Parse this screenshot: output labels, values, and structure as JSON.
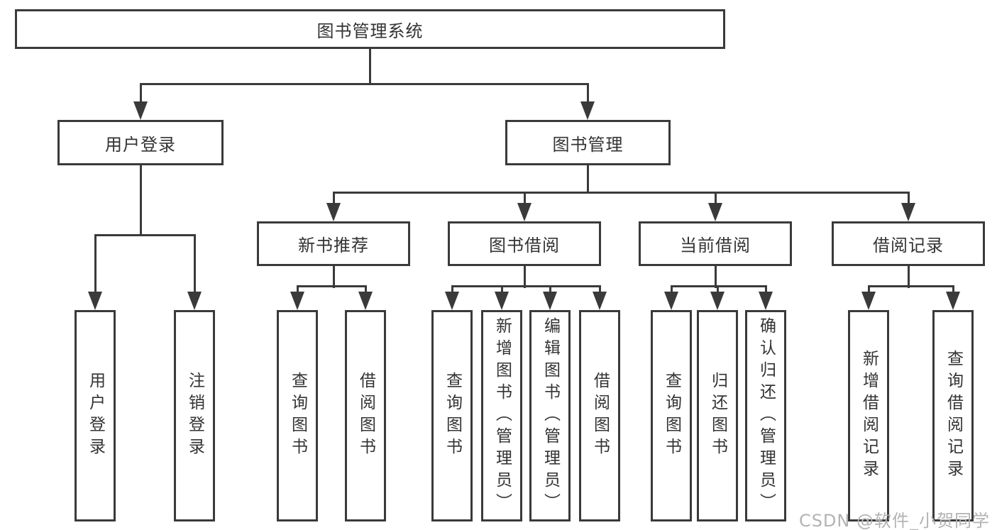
{
  "nodes": {
    "root": "图书管理系统",
    "user_login": "用户登录",
    "book_mgmt": "图书管理",
    "new_book_rec": "新书推荐",
    "book_borrow": "图书借阅",
    "current_borrow": "当前借阅",
    "borrow_record": "借阅记录",
    "leaf_user_login": "用户登录",
    "leaf_logout": "注销登录",
    "leaf_query_books_rec": "查询图书",
    "leaf_borrow_books_rec": "借阅图书",
    "leaf_query_books_borrow": "查询图书",
    "leaf_add_books_admin": "新增图书（管理员）",
    "leaf_edit_books_admin": "编辑图书（管理员）",
    "leaf_borrow_books_borrow": "借阅图书",
    "leaf_query_books_current": "查询图书",
    "leaf_return_books": "归还图书",
    "leaf_confirm_return_admin": "确认归还（管理员）",
    "leaf_add_borrow_record": "新增借阅记录",
    "leaf_query_borrow_record": "查询借阅记录"
  },
  "hierarchy": {
    "图书管理系统": [
      "用户登录",
      "图书管理"
    ],
    "用户登录": [
      "用户登录",
      "注销登录"
    ],
    "图书管理": [
      "新书推荐",
      "图书借阅",
      "当前借阅",
      "借阅记录"
    ],
    "新书推荐": [
      "查询图书",
      "借阅图书"
    ],
    "图书借阅": [
      "查询图书",
      "新增图书（管理员）",
      "编辑图书（管理员）",
      "借阅图书"
    ],
    "当前借阅": [
      "查询图书",
      "归还图书",
      "确认归还（管理员）"
    ],
    "借阅记录": [
      "新增借阅记录",
      "查询借阅记录"
    ]
  },
  "watermark": "CSDN @软件_小贺同学",
  "colors": {
    "line": "#3a3a3a",
    "text": "#333333",
    "background": "#ffffff",
    "watermark": "#b3b3b3"
  }
}
